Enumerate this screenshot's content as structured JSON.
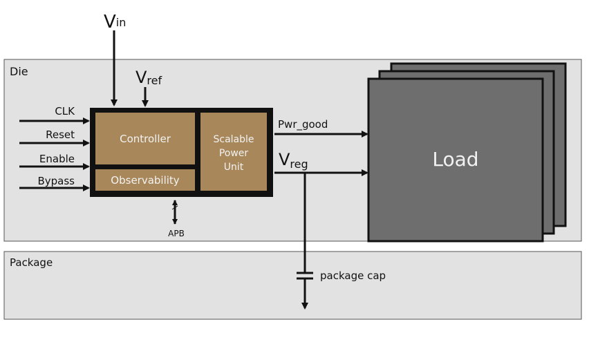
{
  "regions": {
    "die_label": "Die",
    "package_label": "Package"
  },
  "supplies": {
    "vin_main": "V",
    "vin_sub": "in",
    "vref_main": "V",
    "vref_sub": "ref",
    "vreg_main": "V",
    "vreg_sub": "reg"
  },
  "inputs": [
    "CLK",
    "Reset",
    "Enable",
    "Bypass"
  ],
  "blocks": {
    "controller": "Controller",
    "observability": "Observability",
    "spu_line1": "Scalable",
    "spu_line2": "Power",
    "spu_line3": "Unit",
    "load": "Load"
  },
  "signals": {
    "pwr_good": "Pwr_good",
    "apb": "APB",
    "package_cap": "package cap"
  },
  "colors": {
    "block_fill": "#a8875a",
    "block_border": "#111111",
    "load_fill": "#6e6e6e",
    "region_fill": "#e2e2e2"
  }
}
